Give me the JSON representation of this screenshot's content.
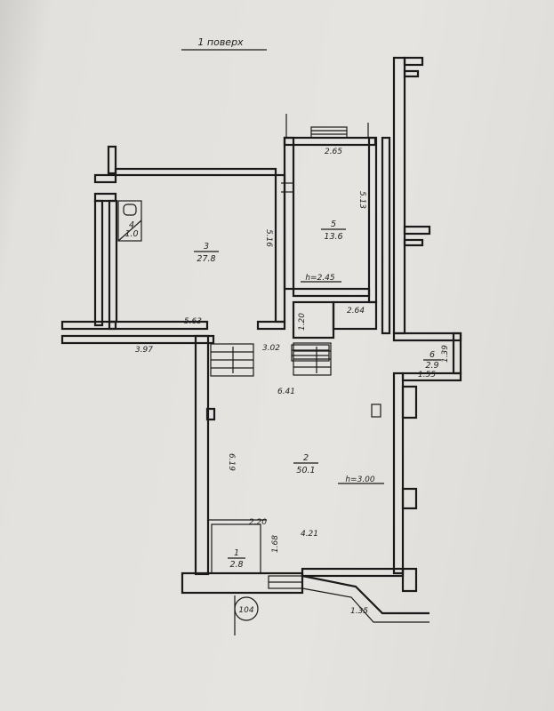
{
  "title": "1 поверх",
  "building_number": "104",
  "rooms": [
    {
      "number": "1",
      "area": "2.8"
    },
    {
      "number": "2",
      "area": "50.1"
    },
    {
      "number": "3",
      "area": "27.8"
    },
    {
      "number": "4",
      "area": "1.0"
    },
    {
      "number": "5",
      "area": "13.6"
    },
    {
      "number": "6",
      "area": "2.9"
    }
  ],
  "heights": {
    "main": "h=3.00",
    "room5": "h=2.45"
  },
  "dimensions": {
    "d265": "2.65",
    "d513": "5.13",
    "d516": "5.16",
    "d563": "5.63",
    "d397": "3.97",
    "d302": "3.02",
    "d120": "1.20",
    "d264": "2.64",
    "d641": "6.41",
    "d619": "6.19",
    "d220": "2.20",
    "d168": "1.68",
    "d421": "4.21",
    "d135": "1.35",
    "d155": "1.55",
    "d139": "1.39"
  }
}
